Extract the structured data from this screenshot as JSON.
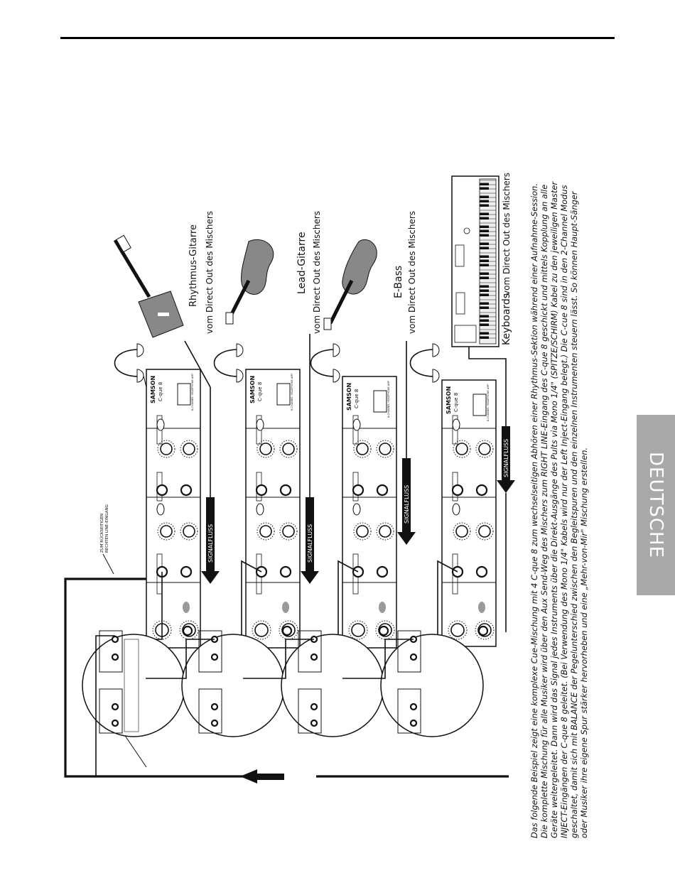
{
  "language_tab": "DEUTSCHE",
  "diagram": {
    "return_note_line1": "ZUM RÜCKSEITIGEN",
    "return_note_line2": "RECHTEN LINE-EINGANG",
    "signal_flow_label": "SIGNALFLUSS",
    "brand": "SAMSON",
    "model": "C-que 8",
    "model_sub": "8-CHANNEL HEADPHONE AMP",
    "instruments": [
      {
        "name": "Rhythmus-Gitarre",
        "source": "vom Direct Out des Mischers"
      },
      {
        "name": "Lead-Gitarre",
        "source": "vom Direct Out des Mischers"
      },
      {
        "name": "E-Bass",
        "source": "vom Direct Out des Mischers"
      },
      {
        "name": "Keyboards",
        "source": "vom Direct Out des Mischers"
      }
    ]
  },
  "caption": [
    "Das folgende Beispiel zeigt eine komplexe Cue-Mischung mit 4 C-que 8 zum wechselseitigen Abhören einer Rhythmus-Sektion während einer Aufnahme-Session.",
    "Die komplette Mischung für alle Musiker wird über den Aux Send-Weg des Mischers zum RIGHT LINE-Eingang des C-que 8 geschickt und mittels Kopplung an alle",
    "Geräte weitergeleitet. Dann wird das Signal jedes Instruments über die Direkt-Ausgänge des Pults via Mono 1/4\" (SPITZE/SCHIRM) Kabel zu den jeweiligen Master",
    "INJECT-Eingängen der C-que 8 geleitet. (Bei Verwendung des Mono 1/4\" Kabels wird nur der Left Inject-Eingang belegt.) Die C-cue 8 sind in den 2-Channel Modus",
    "geschaltet, damit sich mit BALANCE der Pegelunterschied zwischen den Begleitspuren und den einzelnen Instrumenten steuern lässt. So können Haupt-Sänger",
    "oder Musiker ihre eigene Spur stärker hervorheben und eine „Mehr-von-Mir\" Mischung erstellen."
  ]
}
